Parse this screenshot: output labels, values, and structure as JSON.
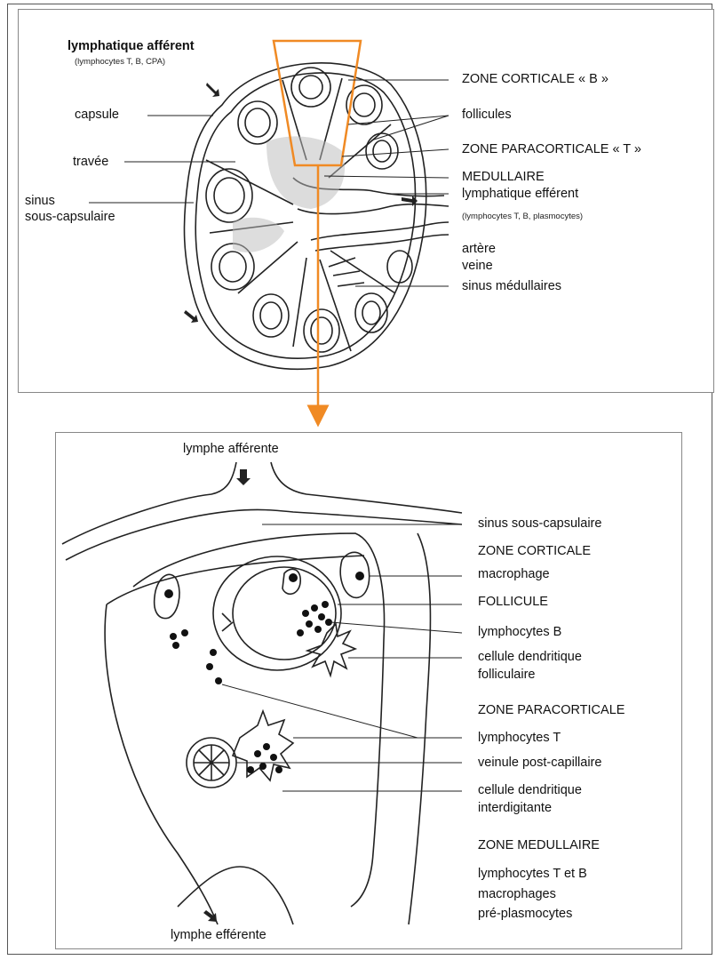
{
  "top": {
    "left_labels": {
      "lymph_afferent": "lymphatique afférent",
      "lymph_afferent_sub": "(lymphocytes T, B, CPA)",
      "capsule": "capsule",
      "travee": "travée",
      "sinus_line1": "sinus",
      "sinus_line2": "sous-capsulaire"
    },
    "right_labels": {
      "zone_corticale_b": "ZONE CORTICALE « B »",
      "follicules": "follicules",
      "zone_paracorticale_t": "ZONE PARACORTICALE « T »",
      "medullaire": "MEDULLAIRE",
      "lymph_efferent": "lymphatique efférent",
      "lymph_efferent_sub": "(lymphocytes T, B, plasmocytes)",
      "artere": "artère",
      "veine": "veine",
      "sinus_medullaires": "sinus médullaires"
    }
  },
  "bottom": {
    "lymphe_afferente": "lymphe afférente",
    "lymphe_efferente": "lymphe efférente",
    "labels": {
      "sinus_sous_capsulaire": "sinus sous-capsulaire",
      "zone_corticale": "ZONE CORTICALE",
      "macrophage": "macrophage",
      "follicule": "FOLLICULE",
      "lymphocytes_b": "lymphocytes B",
      "cellule_dendritique_line1": "cellule dendritique",
      "cellule_dendritique_line2": "folliculaire",
      "zone_paracorticale": "ZONE PARACORTICALE",
      "lymphocytes_t": "lymphocytes T",
      "veinule": "veinule post-capillaire",
      "cellule_interdig_line1": "cellule dendritique",
      "cellule_interdig_line2": "interdigitante",
      "zone_medullaire": "ZONE MEDULLAIRE",
      "med_item1": "lymphocytes T et B",
      "med_item2": "macrophages",
      "med_item3": "pré-plasmocytes"
    }
  },
  "colors": {
    "highlight": "#f08a24",
    "ink": "#222222"
  }
}
